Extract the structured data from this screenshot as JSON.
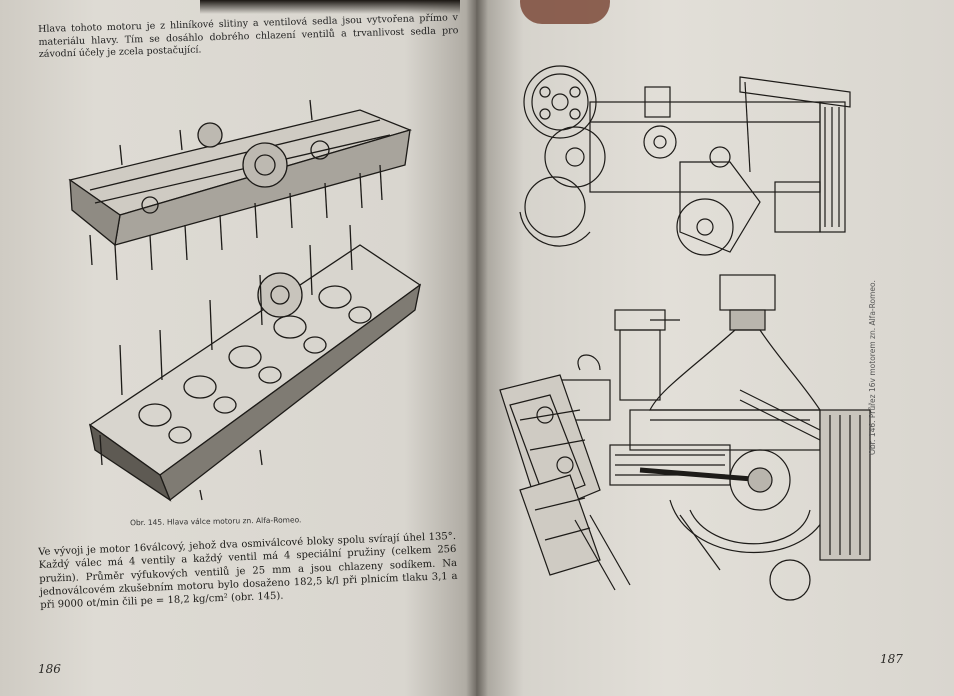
{
  "left_page": {
    "top_paragraph": "Hlava tohoto motoru je z hliníkové slitiny a ventilová sedla jsou vytvořena přímo v materiálu hlavy. Tím se dosáhlo dobrého chlazení ventilů a trvanlivost sedla pro závodní účely je zcela postačující.",
    "figure_caption": "Obr. 145. Hlava válce motoru zn. Alfa-Romeo.",
    "body_paragraph": "Ve vývoji je motor 16válcový, jehož dva osmiválcové bloky spolu svírají úhel 135°. Každý válec má 4 ventily a každý ventil má 4 speciální pružiny (celkem 256 pružin). Průměr výfukových ventilů je 25 mm a jsou chlazeny sodíkem. Na jednoválcovém zkušebním motoru bylo dosaženo 182,5 k/l při plnicím tlaku 3,1 a při 9000 ot/min čili pe = 18,2 kg/cm² (obr. 145).",
    "page_number": "186"
  },
  "right_page": {
    "figure_caption": "Obr. 146. Průřez 16v motorem zn. Alfa-Romeo.",
    "page_number": "187"
  }
}
